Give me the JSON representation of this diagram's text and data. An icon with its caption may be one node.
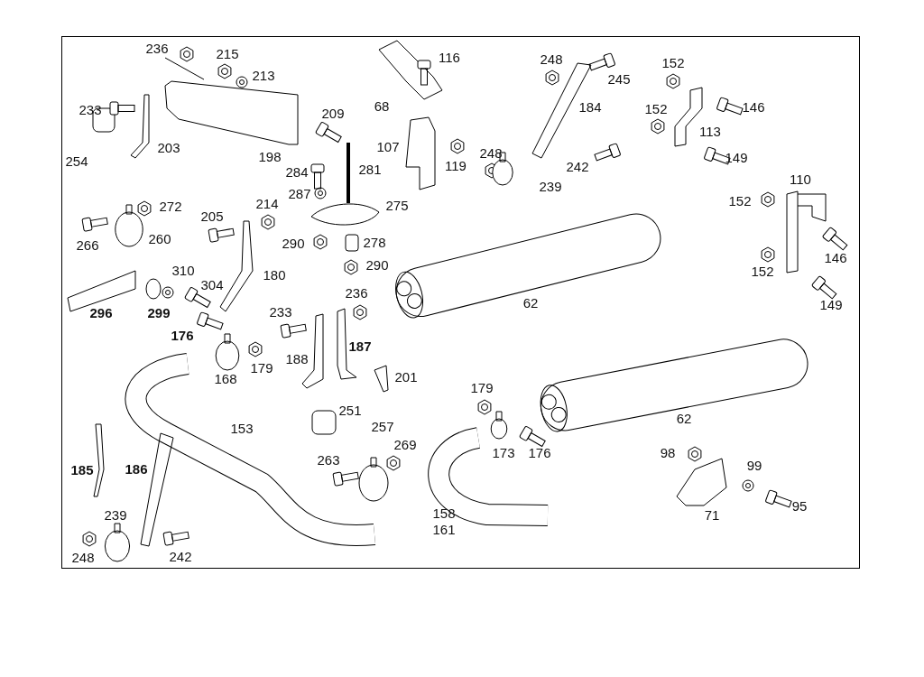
{
  "diagram": {
    "labels": [
      "236",
      "215",
      "213",
      "116",
      "248",
      "245",
      "152",
      "233",
      "209",
      "68",
      "184",
      "152",
      "146",
      "113",
      "203",
      "107",
      "198",
      "254",
      "284",
      "281",
      "119",
      "248",
      "242",
      "149",
      "239",
      "110",
      "272",
      "214",
      "287",
      "275",
      "152",
      "205",
      "266",
      "260",
      "290",
      "278",
      "310",
      "180",
      "290",
      "152",
      "146",
      "304",
      "236",
      "62",
      "149",
      "296",
      "299",
      "176",
      "233",
      "187",
      "188",
      "179",
      "168",
      "201",
      "179",
      "62",
      "153",
      "251",
      "257",
      "269",
      "173",
      "176",
      "98",
      "99",
      "185",
      "186",
      "263",
      "239",
      "158",
      "71",
      "95",
      "161",
      "248",
      "242"
    ]
  }
}
